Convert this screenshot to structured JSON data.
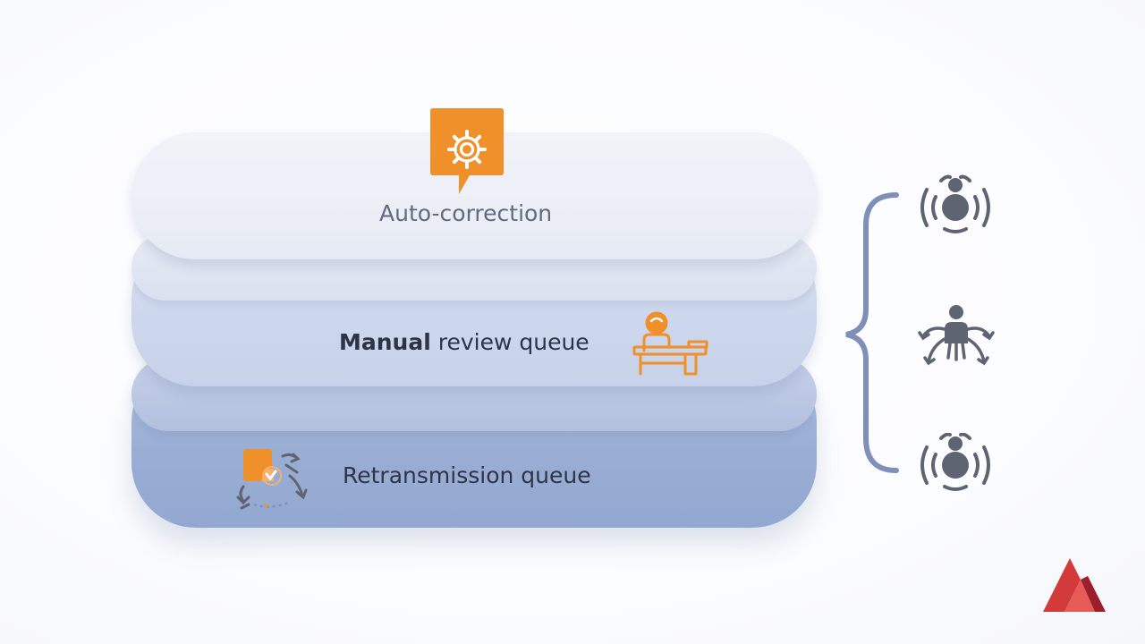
{
  "layers": {
    "top": {
      "label": "Auto-correction",
      "icon": "gear-speech-icon"
    },
    "middle": {
      "label_bold": "Manual",
      "label_rest": " review queue",
      "icon": "reviewer-desk-icon"
    },
    "bottom": {
      "label": "Retransmission queue",
      "icon": "retransmission-cycle-icon"
    }
  },
  "side_group": {
    "brace": "curly-brace",
    "agents": [
      "signal-person-icon",
      "multi-arm-person-icon",
      "signal-person-icon"
    ]
  },
  "colors": {
    "accent_orange": "#f0902a",
    "icon_gray": "#5f6473",
    "brace_blue": "#7f8fb8",
    "logo_red": "#d33a3a",
    "logo_dark_red": "#9c1f2c"
  }
}
